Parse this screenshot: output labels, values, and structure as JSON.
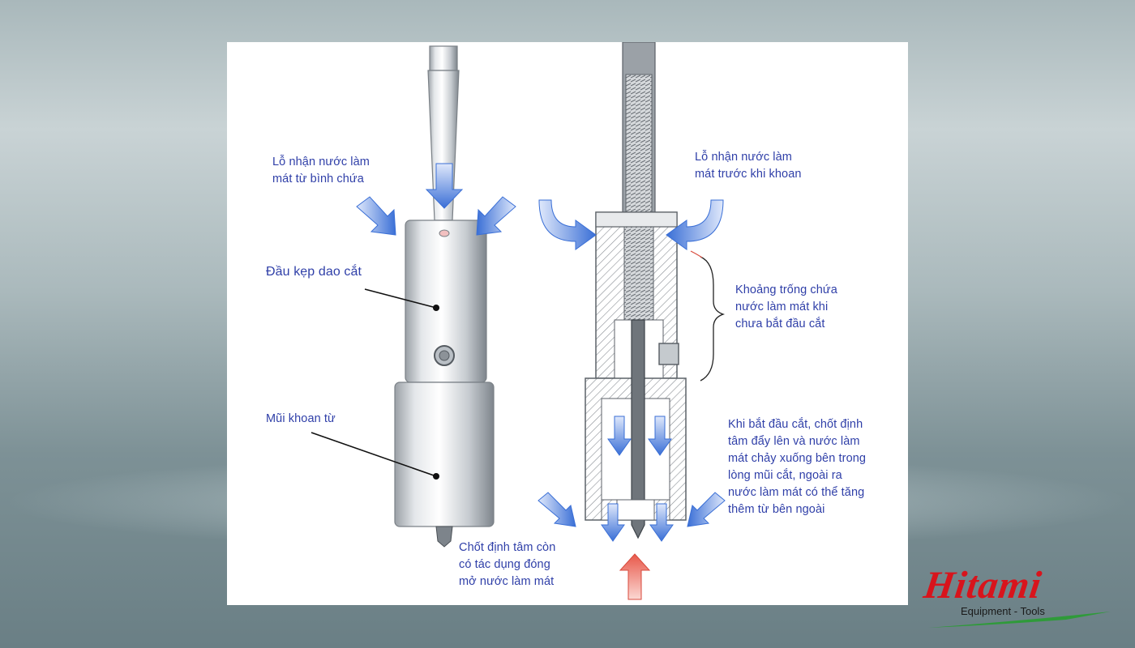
{
  "diagram": {
    "labels": {
      "left_inlet": "Lỗ nhận nước làm\nmát từ bình chứa",
      "clamp_head": "Đầu kẹp dao cắt",
      "drill_bit": "Mũi khoan từ",
      "pilot_pin": "Chốt định tâm còn\ncó tác dụng đóng\nmở nước làm mát",
      "right_inlet": "Lỗ nhận nước làm\nmát trước khi khoan",
      "reservoir": "Khoảng trống chứa\nnước làm mát khi\nchưa bắt đầu cắt",
      "cutting_flow": "Khi bắt đầu cắt, chốt định\ntâm đẩy lên và nước làm\nmát chảy xuống bên trong\nlòng mũi cắt, ngoài ra\nnước làm mát có thể tăng\nthêm từ bên ngoài"
    },
    "colors": {
      "label_text": "#2f3fa8",
      "coolant_arrow": "#4a7fd8",
      "push_arrow": "#e8584a"
    }
  },
  "logo": {
    "name": "Hitami",
    "tagline": "Equipment - Tools",
    "color": "#d8141c"
  }
}
